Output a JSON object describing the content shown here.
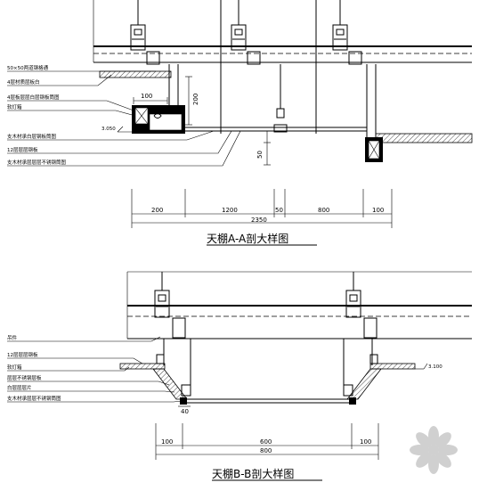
{
  "section_a": {
    "title": "天棚A-A剖大样图",
    "notes": [
      "50×50两道钢格通",
      "4层材质层板白",
      "4层板层层白层钢板筒图",
      "软灯箱",
      "支木材承白层钢板筒图",
      "12层层层钢板",
      "支木材承层层层不锈钢筒图"
    ],
    "level_label": "3.050",
    "vertical_dims": [
      "200",
      "50"
    ],
    "top_small_dim": "100",
    "horizontal_dims": [
      "200",
      "1200",
      "50",
      "800",
      "100"
    ],
    "total_dim": "2350"
  },
  "section_b": {
    "title": "天棚B-B剖大样图",
    "notes": [
      "吊件",
      "12层层层钢板",
      "软灯箱",
      "层层不锈钢层板",
      "白层层层片",
      "支木材承层层不锈钢筒图"
    ],
    "level_label": "3.100",
    "small_dim": "40",
    "horizontal_dims": [
      "100",
      "600",
      "100"
    ],
    "total_dim": "800"
  }
}
